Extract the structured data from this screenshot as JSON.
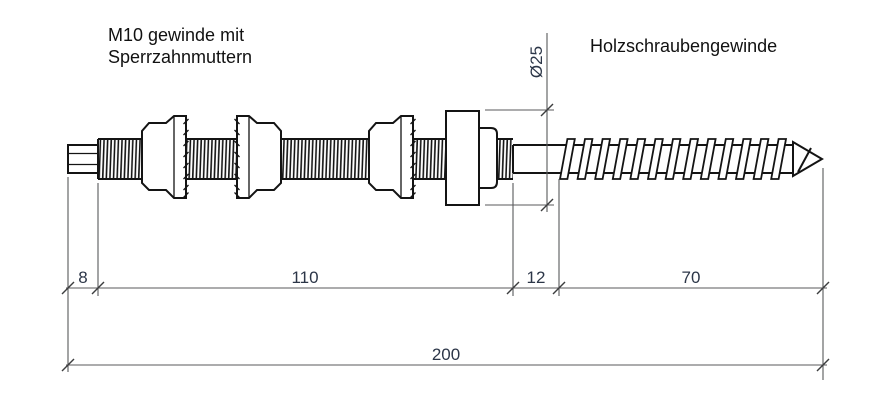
{
  "drawing": {
    "type": "technical-drawing",
    "part": "hanger bolt with M10 thread, lock nuts, collar and wood screw thread",
    "annotations": {
      "m10_label_line1": "M10 gewinde mit",
      "m10_label_line2": "Sperrzahnmuttern",
      "wood_thread_label": "Holzschraubengewinde",
      "diameter_label": "Ø25"
    },
    "dimensions": {
      "tip_length": "8",
      "m10_thread_length": "110",
      "shank_length": "12",
      "wood_thread_length": "70",
      "total_length": "200",
      "collar_diameter": "Ø25"
    },
    "colors": {
      "background": "#ffffff",
      "part_outline": "#141414",
      "dimension_lines": "#58595b",
      "dimension_text": "#2c3648",
      "label_text": "#111111"
    }
  }
}
